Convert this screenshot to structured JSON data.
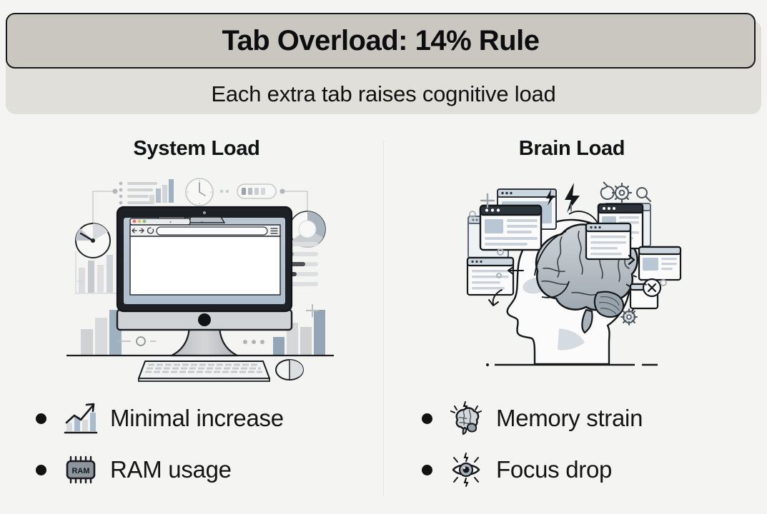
{
  "header": {
    "title": "Tab Overload: 14% Rule",
    "subtitle": "Each extra tab raises cognitive load",
    "title_bg": "#cac7c1",
    "title_border": "#17191c",
    "subtitle_bg": "#e1dfda"
  },
  "page": {
    "background": "#f4f4f3",
    "text_color": "#111214"
  },
  "columns": [
    {
      "id": "system-load",
      "heading": "System Load",
      "illustration": "desktop-computer-browser-illustration",
      "bullets": [
        {
          "icon": "chart-increasing-icon",
          "label": "Minimal increase"
        },
        {
          "icon": "memory-chip-icon",
          "chip_label": "RAM",
          "label": "RAM usage"
        }
      ]
    },
    {
      "id": "brain-load",
      "heading": "Brain Load",
      "illustration": "head-profile-brain-browser-windows-illustration",
      "bullets": [
        {
          "icon": "brain-icon",
          "label": "Memory strain"
        },
        {
          "icon": "eye-icon",
          "label": "Focus drop"
        }
      ]
    }
  ],
  "illustration_left": {
    "name": "desktop-computer-browser-illustration",
    "elements": [
      "monitor-frame",
      "browser-window",
      "traffic-light-buttons",
      "browser-tabs",
      "back-arrow",
      "forward-arrow",
      "reload-icon",
      "url-bar",
      "hamburger-menu-icon",
      "monitor-stand",
      "keyboard",
      "mouse",
      "gauge-icon",
      "donut-chart",
      "clock-icon",
      "battery-indicator",
      "bar-chart-left",
      "bar-chart-right",
      "progress-list",
      "bullet-list",
      "plus-icon",
      "down-arrow-icon",
      "dashed-line"
    ]
  },
  "illustration_right": {
    "name": "head-profile-brain-browser-windows-illustration",
    "elements": [
      "head-profile",
      "brain",
      "browser-window-card",
      "lightning-bolt-icon",
      "gear-icon",
      "search-icon",
      "refresh-icon",
      "plus-icon",
      "close-window-icon",
      "curved-arrow-icon",
      "chevron-icon",
      "ground-line"
    ]
  }
}
